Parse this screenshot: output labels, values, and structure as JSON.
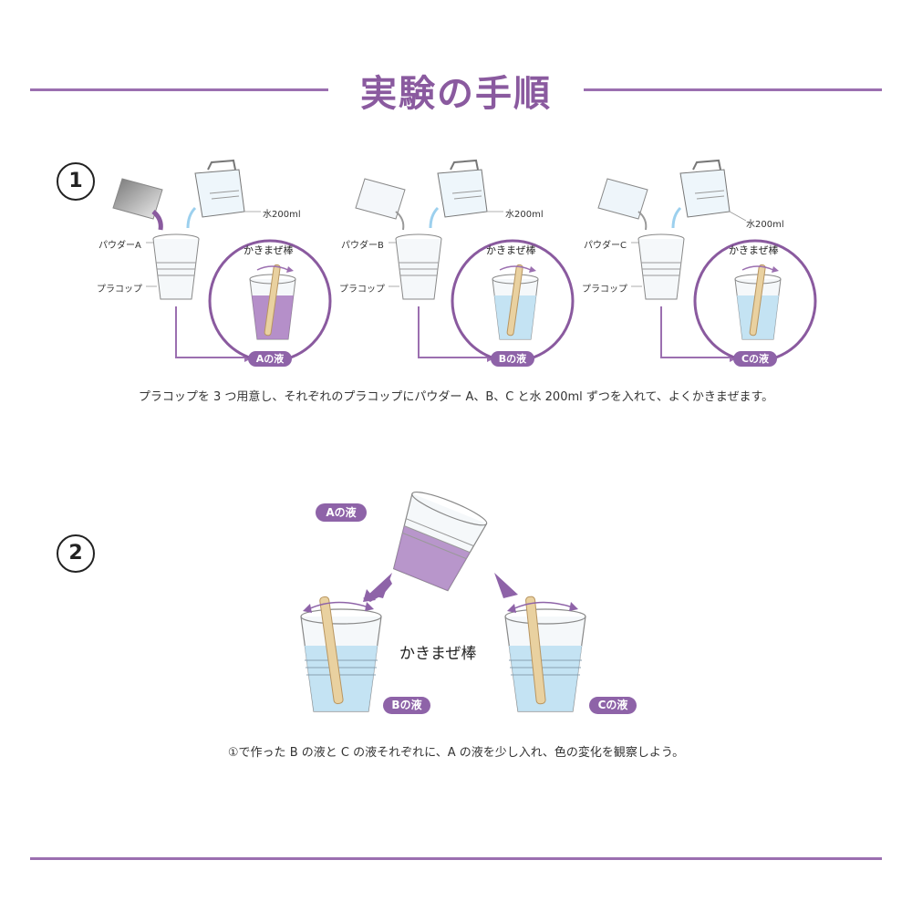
{
  "title": "実験の手順",
  "colors": {
    "accent": "#9b6fb0",
    "pill": "#8e63a8",
    "liquid_a": "#a97dbf",
    "liquid_bc": "#bfe0f2"
  },
  "step1": {
    "number": "1",
    "columns": [
      {
        "powder": "パウダーA",
        "water": "水200ml",
        "cup": "プラコップ",
        "stir": "かきまぜ棒",
        "result": "Aの液"
      },
      {
        "powder": "パウダーB",
        "water": "水200ml",
        "cup": "プラコップ",
        "stir": "かきまぜ棒",
        "result": "Bの液"
      },
      {
        "powder": "パウダーC",
        "water": "水200ml",
        "cup": "プラコップ",
        "stir": "かきまぜ棒",
        "result": "Cの液"
      }
    ],
    "caption": "プラコップを 3 つ用意し、それぞれのプラコップにパウダー A、B、C と水 200ml ずつを入れて、よくかきまぜます。"
  },
  "step2": {
    "number": "2",
    "source_label": "Aの液",
    "stir_label": "かきまぜ棒",
    "left_label": "Bの液",
    "right_label": "Cの液",
    "caption": "①で作った B の液と C の液それぞれに、A の液を少し入れ、色の変化を観察しよう。"
  }
}
